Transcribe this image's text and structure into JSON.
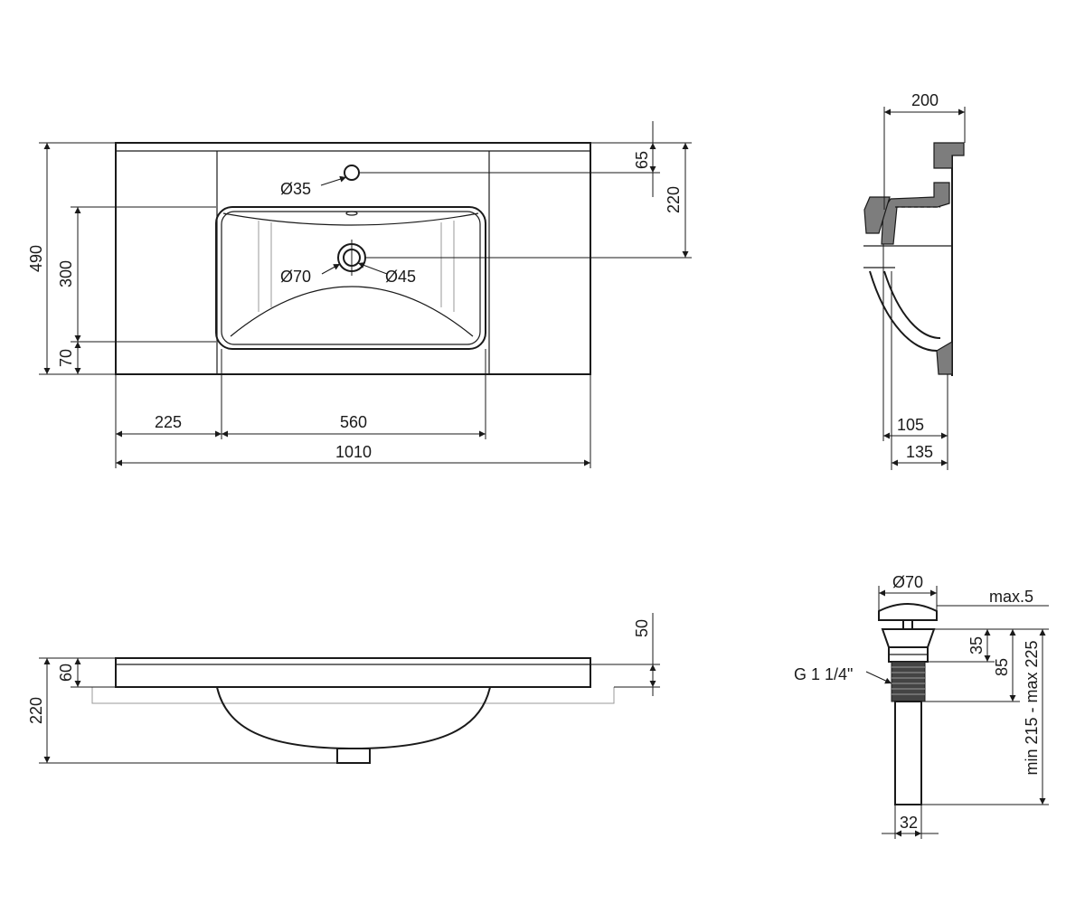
{
  "colors": {
    "ink": "#1a1a1a",
    "hatch": "#7d7d7d",
    "ghost": "#9a9a9a",
    "background": "#ffffff"
  },
  "top_view": {
    "overall_depth": "490",
    "bowl_depth": "300",
    "front_margin": "70",
    "tap_hole_offset": "65",
    "drain_offset": "220",
    "tap_hole_dia": "Ø35",
    "drain_dia_outer": "Ø70",
    "drain_dia_inner": "Ø45",
    "left_margin": "225",
    "bowl_width": "560",
    "overall_width": "1010"
  },
  "side_view": {
    "top_depth": "200",
    "wall_to_bowl": "105",
    "wall_to_front": "135"
  },
  "front_view": {
    "rim_height": "60",
    "overall_height": "220",
    "slab_offset": "50"
  },
  "drain_detail": {
    "cap_dia": "Ø70",
    "cap_rise": "max.5",
    "cap_height": "35",
    "body_height": "85",
    "total_range": "min 215 - max 225",
    "thread": "G 1 1/4\"",
    "pipe_dia": "32"
  }
}
